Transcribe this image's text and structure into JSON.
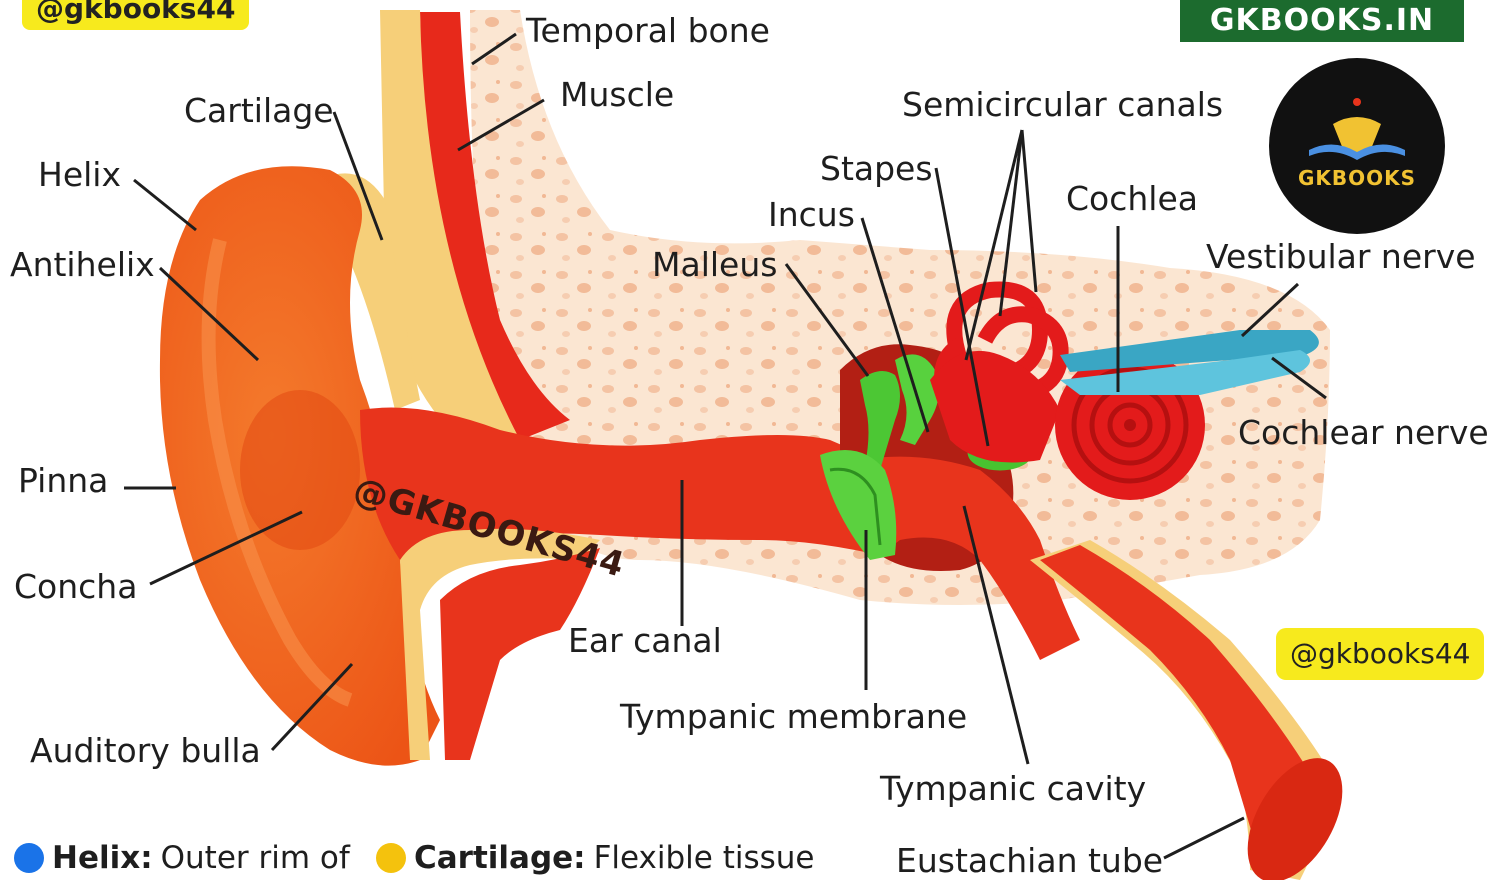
{
  "watermark_top": "@gkbooks44",
  "brand": "GKBOOKS.IN",
  "logo_text": "GKBOOKS",
  "handle": "@gkbooks44",
  "canal_watermark": "@GKBOOKS44",
  "labels": {
    "temporal_bone": "Temporal bone",
    "muscle": "Muscle",
    "cartilage": "Cartilage",
    "helix": "Helix",
    "antihelix": "Antihelix",
    "pinna": "Pinna",
    "concha": "Concha",
    "auditory_bulla": "Auditory bulla",
    "ear_canal": "Ear canal",
    "tympanic_membrane": "Tympanic membrane",
    "tympanic_cavity": "Tympanic cavity",
    "eustachian_tube": "Eustachian tube",
    "malleus": "Malleus",
    "incus": "Incus",
    "stapes": "Stapes",
    "semicircular_canals": "Semicircular canals",
    "cochlea": "Cochlea",
    "vestibular_nerve": "Vestibular nerve",
    "cochlear_nerve": "Cochlear nerve"
  },
  "legend": [
    {
      "term": "Helix:",
      "desc": "Outer rim of",
      "color": "#1a73e8"
    },
    {
      "term": "Cartilage:",
      "desc": "Flexible tissue",
      "color": "#f4c20d"
    }
  ],
  "colors": {
    "pinna": "#f2621e",
    "canal": "#e8341c",
    "cartilage": "#f7d07a",
    "bone": "#fbe3cc",
    "ossicles": "#4cc734",
    "nerve": "#3aa6c4",
    "inner_ear": "#e31b1b"
  }
}
